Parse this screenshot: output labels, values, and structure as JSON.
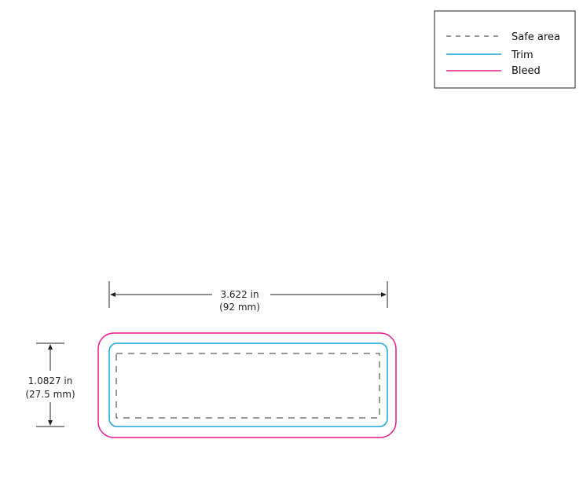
{
  "legend": {
    "items": [
      {
        "label": "Safe area",
        "style": "dashed",
        "color": "#333333"
      },
      {
        "label": "Trim",
        "style": "solid",
        "color": "#1ba6dc"
      },
      {
        "label": "Bleed",
        "style": "solid",
        "color": "#e6198c"
      }
    ]
  },
  "dimensions": {
    "width": {
      "inches": "3.622 in",
      "mm": "(92 mm)"
    },
    "height": {
      "inches": "1.0827 in",
      "mm": "(27.5 mm)"
    }
  },
  "colors": {
    "bleed": "#e6198c",
    "trim": "#1ba6dc",
    "safe": "#333333",
    "dimension": "#222222"
  }
}
